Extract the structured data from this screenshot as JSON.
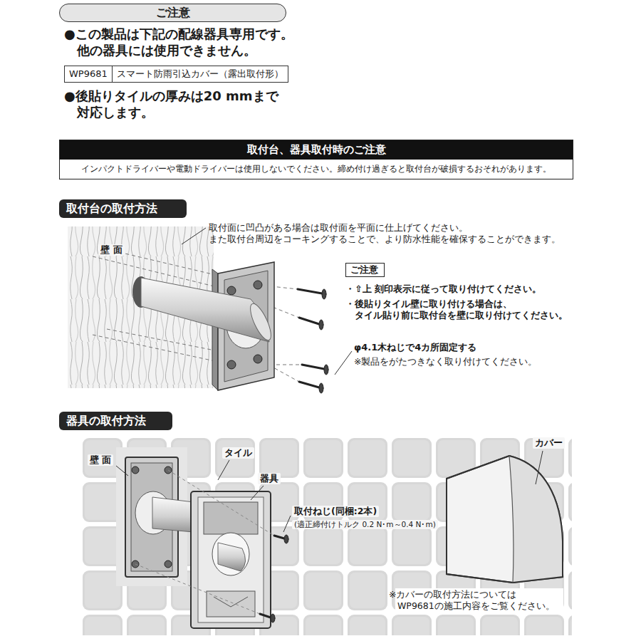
{
  "diagram": {
    "nodes": [
      {
        "text": [
          "ご注意"
        ]
      },
      {
        "text": [
          "取付台、器具取付時のご注意",
          "インパクトドライバーや電動ドライバーは使用しないでください。締め付け過ぎると取付台が破損するおそれがあります。"
        ]
      },
      {
        "text": [
          "取付台の取付方法"
        ]
      },
      {
        "text": [
          "ご注意"
        ]
      },
      {
        "text": [
          "器具の取付方法"
        ]
      }
    ],
    "labels": [
      "●この製品は下記の配線器具専用です。 他の器具には使用できません。",
      "WP9681",
      "スマート防雨引込カバー（露出取付形）",
      "●後貼りタイルの厚みは20 mmまで 対応します。",
      "取付面に凹凸がある場合は取付面を平面に仕上げてください。 また取付台周辺をコーキングすることで、より防水性能を確保することができます。",
      "壁 面",
      "・⇧上 刻印表示に従って取り付けてください。",
      "・後貼りタイル壁に取り付ける場合は、 タイル貼り前に取付台を壁に取り付けてください。",
      "φ4.1木ねじで4カ所固定する",
      "※製品をがたつきなく取り付けてください。",
      "壁 面",
      "タイル",
      "器具",
      "取付ねじ(同梱:2本)",
      "(適正締付けトルク 0.2 N･m～0.4 N･m)",
      "カバー",
      "※カバーの取付方法については WP9681の施工内容をご覧ください。"
    ]
  }
}
